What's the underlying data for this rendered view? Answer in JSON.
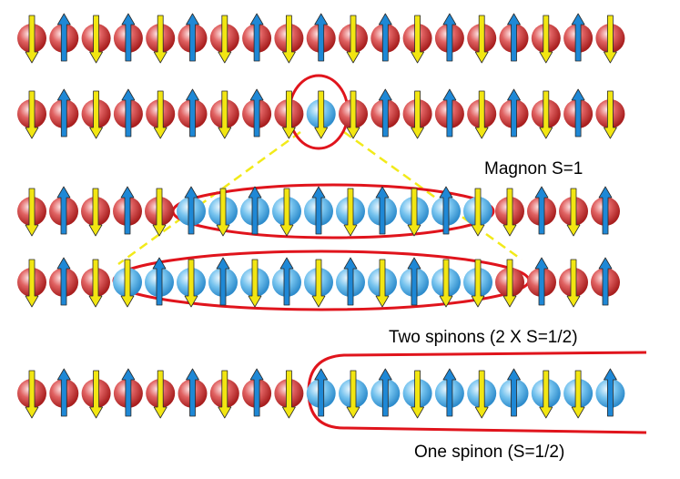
{
  "labels": {
    "magnon": "Magnon S=1",
    "two_spinons": "Two spinons (2 X S=1/2)",
    "one_spinon": "One spinon (S=1/2)"
  },
  "colors": {
    "site_red": "#d84848",
    "site_blue": "#5ab4ea",
    "arrow_up": "#1e88d6",
    "arrow_down": "#f2e612",
    "outline": "#e0141c",
    "guide": "#f2ea1a"
  },
  "rows": [
    {
      "name": "ground-state",
      "sites": [
        "r",
        "r",
        "r",
        "r",
        "r",
        "r",
        "r",
        "r",
        "r",
        "r",
        "r",
        "r",
        "r",
        "r",
        "r",
        "r",
        "r",
        "r",
        "r"
      ],
      "spins": [
        "d",
        "u",
        "d",
        "u",
        "d",
        "u",
        "d",
        "u",
        "d",
        "u",
        "d",
        "u",
        "d",
        "u",
        "d",
        "u",
        "d",
        "u",
        "d"
      ]
    },
    {
      "name": "single-flip",
      "sites": [
        "r",
        "r",
        "r",
        "r",
        "r",
        "r",
        "r",
        "r",
        "r",
        "b",
        "r",
        "r",
        "r",
        "r",
        "r",
        "r",
        "r",
        "r",
        "r"
      ],
      "spins": [
        "d",
        "u",
        "d",
        "u",
        "d",
        "u",
        "d",
        "u",
        "d",
        "d",
        "d",
        "u",
        "d",
        "u",
        "d",
        "u",
        "d",
        "u",
        "d"
      ]
    },
    {
      "name": "magnon",
      "sites": [
        "r",
        "r",
        "r",
        "r",
        "r",
        "b",
        "b",
        "b",
        "b",
        "b",
        "b",
        "b",
        "b",
        "b",
        "b",
        "r",
        "r",
        "r",
        "r"
      ],
      "spins": [
        "d",
        "u",
        "d",
        "u",
        "d",
        "u",
        "d",
        "u",
        "d",
        "u",
        "d",
        "u",
        "d",
        "u",
        "d",
        "d",
        "u",
        "d",
        "u"
      ]
    },
    {
      "name": "two-spinons",
      "sites": [
        "r",
        "r",
        "r",
        "b",
        "b",
        "b",
        "b",
        "b",
        "b",
        "b",
        "b",
        "b",
        "b",
        "b",
        "b",
        "r",
        "r",
        "r",
        "r"
      ],
      "spins": [
        "d",
        "u",
        "d",
        "d",
        "u",
        "d",
        "u",
        "d",
        "u",
        "d",
        "u",
        "d",
        "u",
        "d",
        "d",
        "d",
        "u",
        "d",
        "u"
      ]
    },
    {
      "name": "one-spinon",
      "sites": [
        "r",
        "r",
        "r",
        "r",
        "r",
        "r",
        "r",
        "r",
        "r",
        "b",
        "b",
        "b",
        "b",
        "b",
        "b",
        "b",
        "b",
        "b",
        "b"
      ],
      "spins": [
        "d",
        "u",
        "d",
        "u",
        "d",
        "u",
        "d",
        "u",
        "d",
        "u",
        "d",
        "u",
        "d",
        "u",
        "d",
        "u",
        "d",
        "d",
        "u"
      ]
    }
  ]
}
